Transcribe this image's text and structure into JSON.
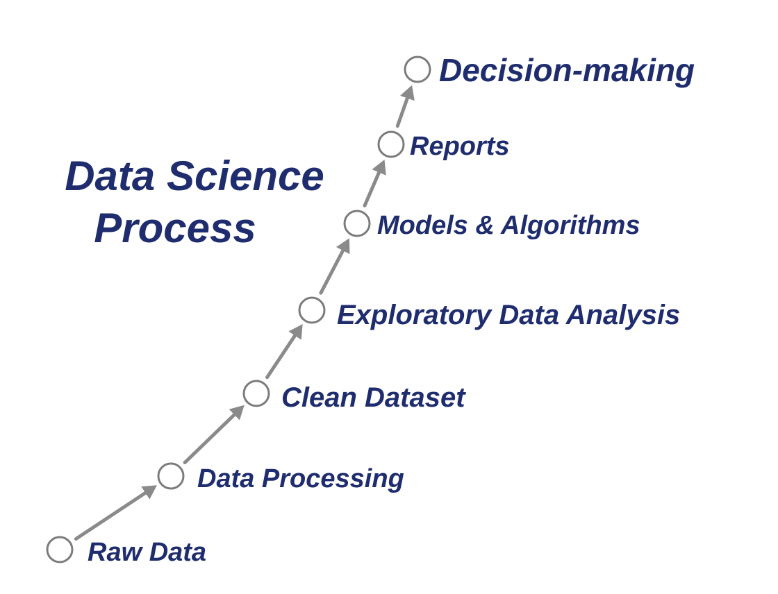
{
  "title": {
    "line1": "Data Science",
    "line2": "Process"
  },
  "steps": [
    {
      "label": "Raw Data"
    },
    {
      "label": "Data Processing"
    },
    {
      "label": "Clean Dataset"
    },
    {
      "label": "Exploratory Data Analysis"
    },
    {
      "label": "Models & Algorithms"
    },
    {
      "label": "Reports"
    },
    {
      "label": "Decision-making"
    }
  ],
  "colors": {
    "text": "#1f2d6e",
    "connector": "#8a8a8a",
    "node_stroke": "#7b7b7b"
  }
}
